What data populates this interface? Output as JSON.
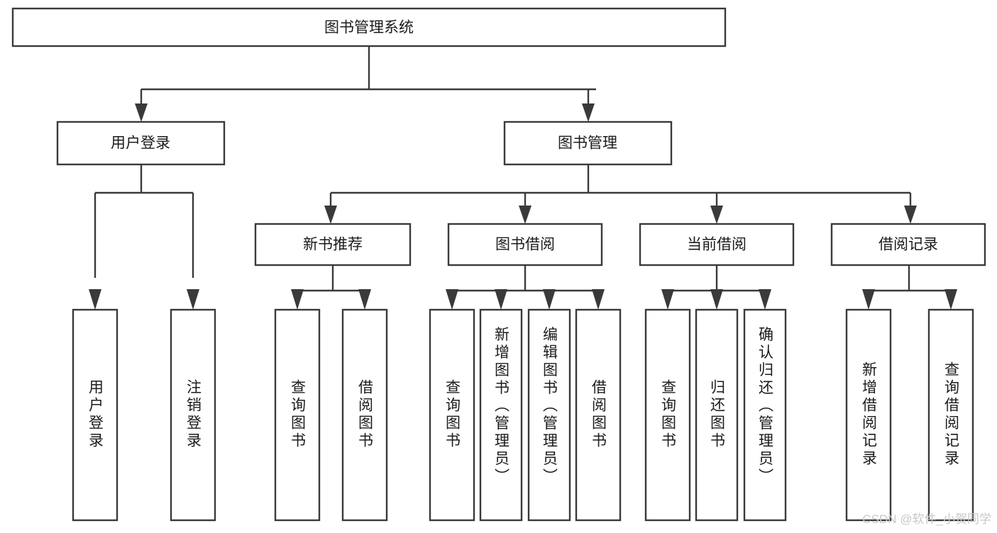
{
  "diagram": {
    "type": "tree",
    "title": "图书管理系统",
    "watermark": "CSDN @软件_小贺同学",
    "colors": {
      "stroke": "#3a3a3a",
      "fill": "#ffffff",
      "text": "#1b1b1b",
      "watermark": "#c8c8c8",
      "background": "#ffffff"
    },
    "levels": [
      {
        "index": 0,
        "orientation": "horizontal"
      },
      {
        "index": 1,
        "orientation": "horizontal"
      },
      {
        "index": 2,
        "orientation": "horizontal"
      },
      {
        "index": 3,
        "orientation": "vertical"
      }
    ],
    "nodes": {
      "root": {
        "label": "图书管理系统",
        "level": 0
      },
      "l1": [
        {
          "id": "user-login",
          "label": "用户登录",
          "level": 1
        },
        {
          "id": "book-manage",
          "label": "图书管理",
          "level": 1
        }
      ],
      "l2": [
        {
          "id": "new-book-rec",
          "label": "新书推荐",
          "level": 2,
          "parent": "book-manage"
        },
        {
          "id": "book-borrow",
          "label": "图书借阅",
          "level": 2,
          "parent": "book-manage"
        },
        {
          "id": "current-borrow",
          "label": "当前借阅",
          "level": 2,
          "parent": "book-manage"
        },
        {
          "id": "borrow-record",
          "label": "借阅记录",
          "level": 2,
          "parent": "book-manage"
        }
      ],
      "l3": [
        {
          "id": "leaf-user-login",
          "label": "用户登录",
          "parent": "user-login"
        },
        {
          "id": "leaf-logout",
          "label": "注销登录",
          "parent": "user-login"
        },
        {
          "id": "leaf-query-book-1",
          "label": "查询图书",
          "parent": "new-book-rec"
        },
        {
          "id": "leaf-borrow-book-1",
          "label": "借阅图书",
          "parent": "new-book-rec"
        },
        {
          "id": "leaf-query-book-2",
          "label": "查询图书",
          "parent": "book-borrow"
        },
        {
          "id": "leaf-add-book",
          "label": "新增图书（管理员）",
          "parent": "book-borrow"
        },
        {
          "id": "leaf-edit-book",
          "label": "编辑图书（管理员）",
          "parent": "book-borrow"
        },
        {
          "id": "leaf-borrow-book-2",
          "label": "借阅图书",
          "parent": "book-borrow"
        },
        {
          "id": "leaf-query-book-3",
          "label": "查询图书",
          "parent": "current-borrow"
        },
        {
          "id": "leaf-return-book",
          "label": "归还图书",
          "parent": "current-borrow"
        },
        {
          "id": "leaf-confirm-return",
          "label": "确认归还（管理员）",
          "parent": "current-borrow"
        },
        {
          "id": "leaf-add-record",
          "label": "新增借阅记录",
          "parent": "borrow-record"
        },
        {
          "id": "leaf-query-record",
          "label": "查询借阅记录",
          "parent": "borrow-record"
        }
      ]
    }
  }
}
